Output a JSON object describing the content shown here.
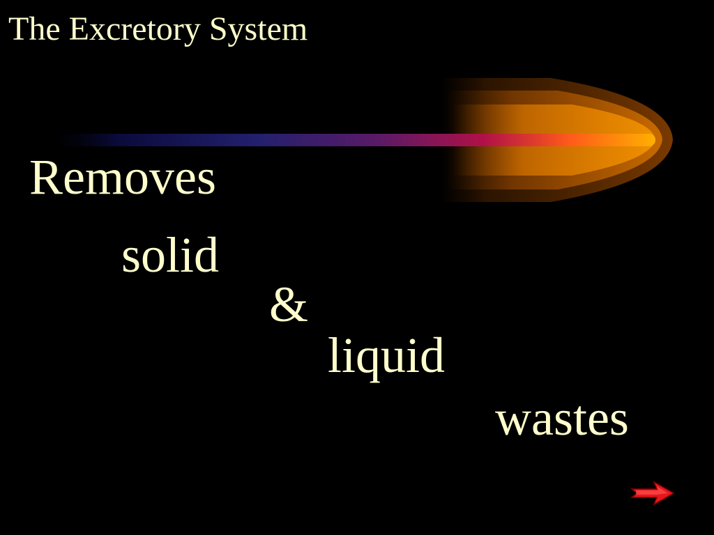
{
  "slide": {
    "title": "The Excretory System",
    "words": {
      "removes": "Removes",
      "solid": "solid",
      "ampersand": "&",
      "liquid": "liquid",
      "wastes": "wastes"
    },
    "text_color": "#FFFFCC",
    "background_color": "#000000"
  },
  "decoration": {
    "comet_icon": "comet-streak-icon",
    "comet_colors": [
      "#000033",
      "#1a1a66",
      "#6a1a5a",
      "#c01040",
      "#ff8a00",
      "#ffb830",
      "#6a3500"
    ]
  },
  "navigation": {
    "next_icon": "red-arrow-right-icon",
    "arrow_color": "#E8161C"
  }
}
